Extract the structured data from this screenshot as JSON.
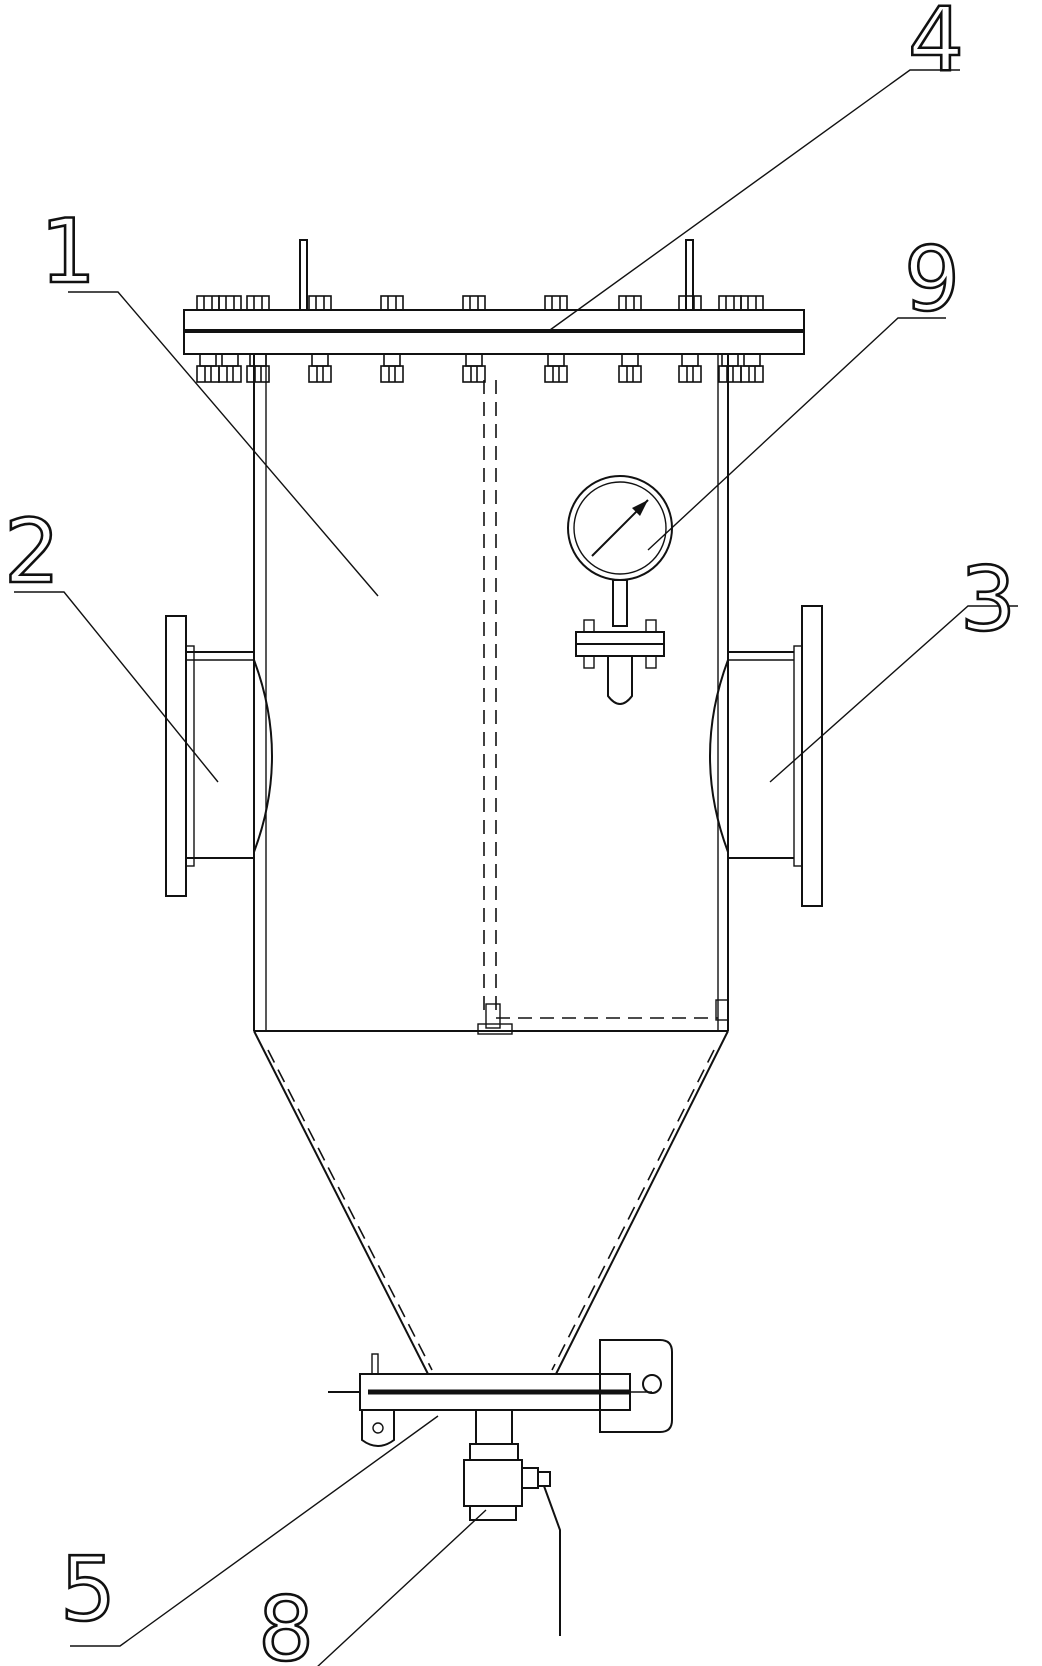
{
  "labels": [
    "1",
    "2",
    "3",
    "4",
    "5",
    "8",
    "9"
  ],
  "colors": {
    "stroke": "#111111",
    "background": "#ffffff"
  }
}
